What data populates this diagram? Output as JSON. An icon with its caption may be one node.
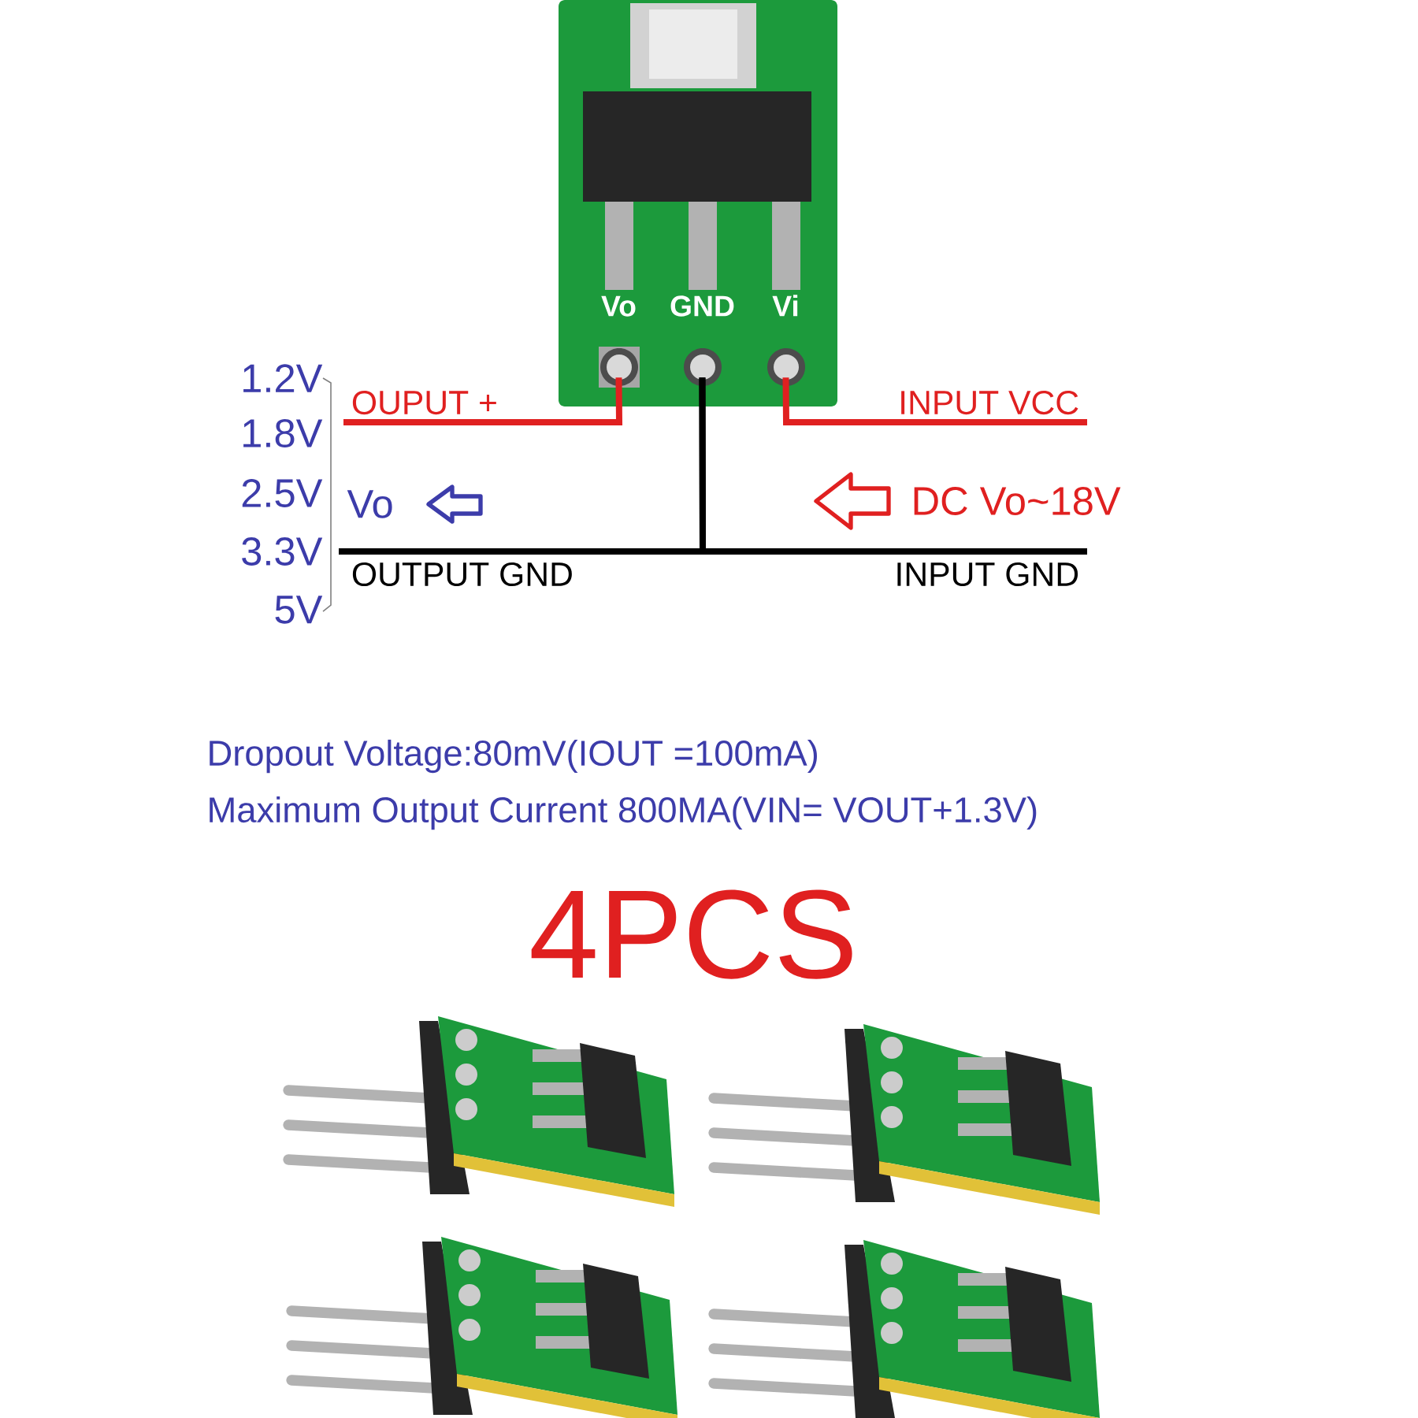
{
  "diagram": {
    "nodes": [
      {
        "text": [],
        "shape": "picture"
      },
      {
        "text": [
          "Vo"
        ],
        "in": 0
      },
      {
        "text": [
          "GND"
        ],
        "in": 0
      },
      {
        "text": [
          "Vi"
        ],
        "in": 0
      }
    ],
    "edges": [
      {
        "from": 1,
        "to": null,
        "arrow": "none",
        "label": "OUPUT +",
        "color": "#e02020"
      },
      {
        "from": 2,
        "to": null,
        "arrow": "none",
        "label": "OUTPUT GND",
        "color": "#000000"
      },
      {
        "from": 2,
        "to": null,
        "arrow": "none",
        "label": "INPUT GND",
        "color": "#000000"
      },
      {
        "from": 3,
        "to": null,
        "arrow": "none",
        "label": "INPUT VCC",
        "color": "#e02020"
      }
    ],
    "labels": [
      "1.2V",
      "1.8V",
      "2.5V",
      "3.3V",
      "5V",
      "Vo",
      "DC Vo~18V",
      "Dropout Voltage:80mV(IOUT =100mA)",
      "Maximum Output Current 800MA(VIN= VOUT+1.3V)",
      "4PCS"
    ]
  }
}
